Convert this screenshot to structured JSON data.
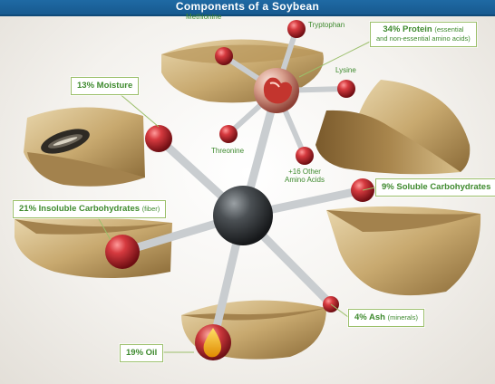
{
  "header": {
    "title": "Components of a Soybean"
  },
  "colors": {
    "label_green": "#3e8a2e",
    "callout_border": "#9bbf6a",
    "header_blue": "#1f6aa4",
    "atom_red": "#b8222b",
    "core_gray": "#3c3f42",
    "shell_tan": "#c9ae78"
  },
  "amino": {
    "methionine": "Methionine",
    "tryptophan": "Tryptophan",
    "lysine": "Lysine",
    "threonine": "Threonine",
    "other_line1": "+16 Other",
    "other_line2": "Amino Acids"
  },
  "callouts": {
    "protein": {
      "pct": "34% Protein",
      "detail_1": "(essential",
      "detail_2": "and non-essential amino acids)"
    },
    "moisture": {
      "pct": "13% Moisture"
    },
    "soluble": {
      "pct": "9% Soluble Carbohydrates"
    },
    "insoluble": {
      "pct": "21% Insoluble Carbohydrates",
      "detail": "(fiber)"
    },
    "ash": {
      "pct": "4% Ash",
      "detail": "(minerals)"
    },
    "oil": {
      "pct": "19% Oil"
    }
  },
  "icons": [
    "protein-icon",
    "oil-drop-icon",
    "soybean-hilum-icon"
  ]
}
